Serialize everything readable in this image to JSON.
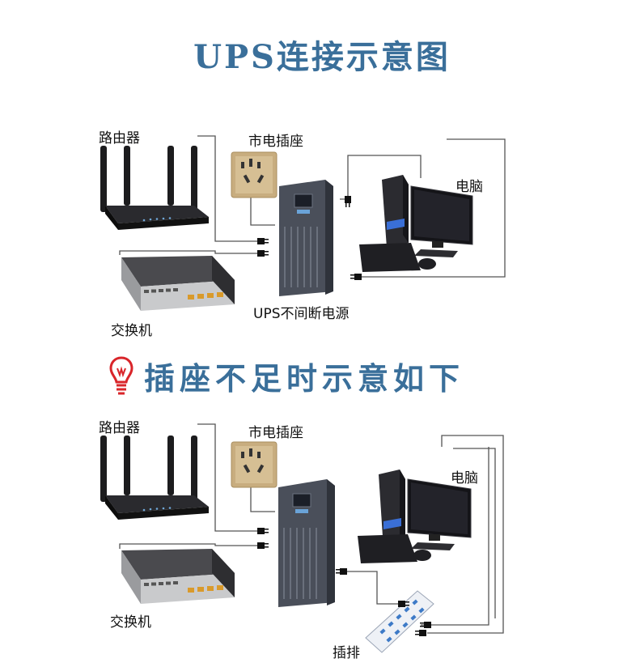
{
  "title": "UPS连接示意图",
  "subtitle": "插座不足时示意如下",
  "diagram1": {
    "router": "路由器",
    "outlet": "市电插座",
    "computer": "电脑",
    "switch": "交换机",
    "ups": "UPS不间断电源"
  },
  "diagram2": {
    "router": "路由器",
    "outlet": "市电插座",
    "computer": "电脑",
    "switch": "交换机",
    "power_strip": "插排"
  },
  "colors": {
    "title": "#3a6f9a",
    "lightbulb": "#d9252a",
    "ups_body": "#4a4f5a",
    "outlet_frame": "#c8ad7f",
    "line": "#555555"
  },
  "icons": [
    "lightbulb-icon",
    "router-icon",
    "switch-icon",
    "ups-icon",
    "outlet-icon",
    "computer-icon",
    "plug-icon",
    "power-strip-icon"
  ]
}
